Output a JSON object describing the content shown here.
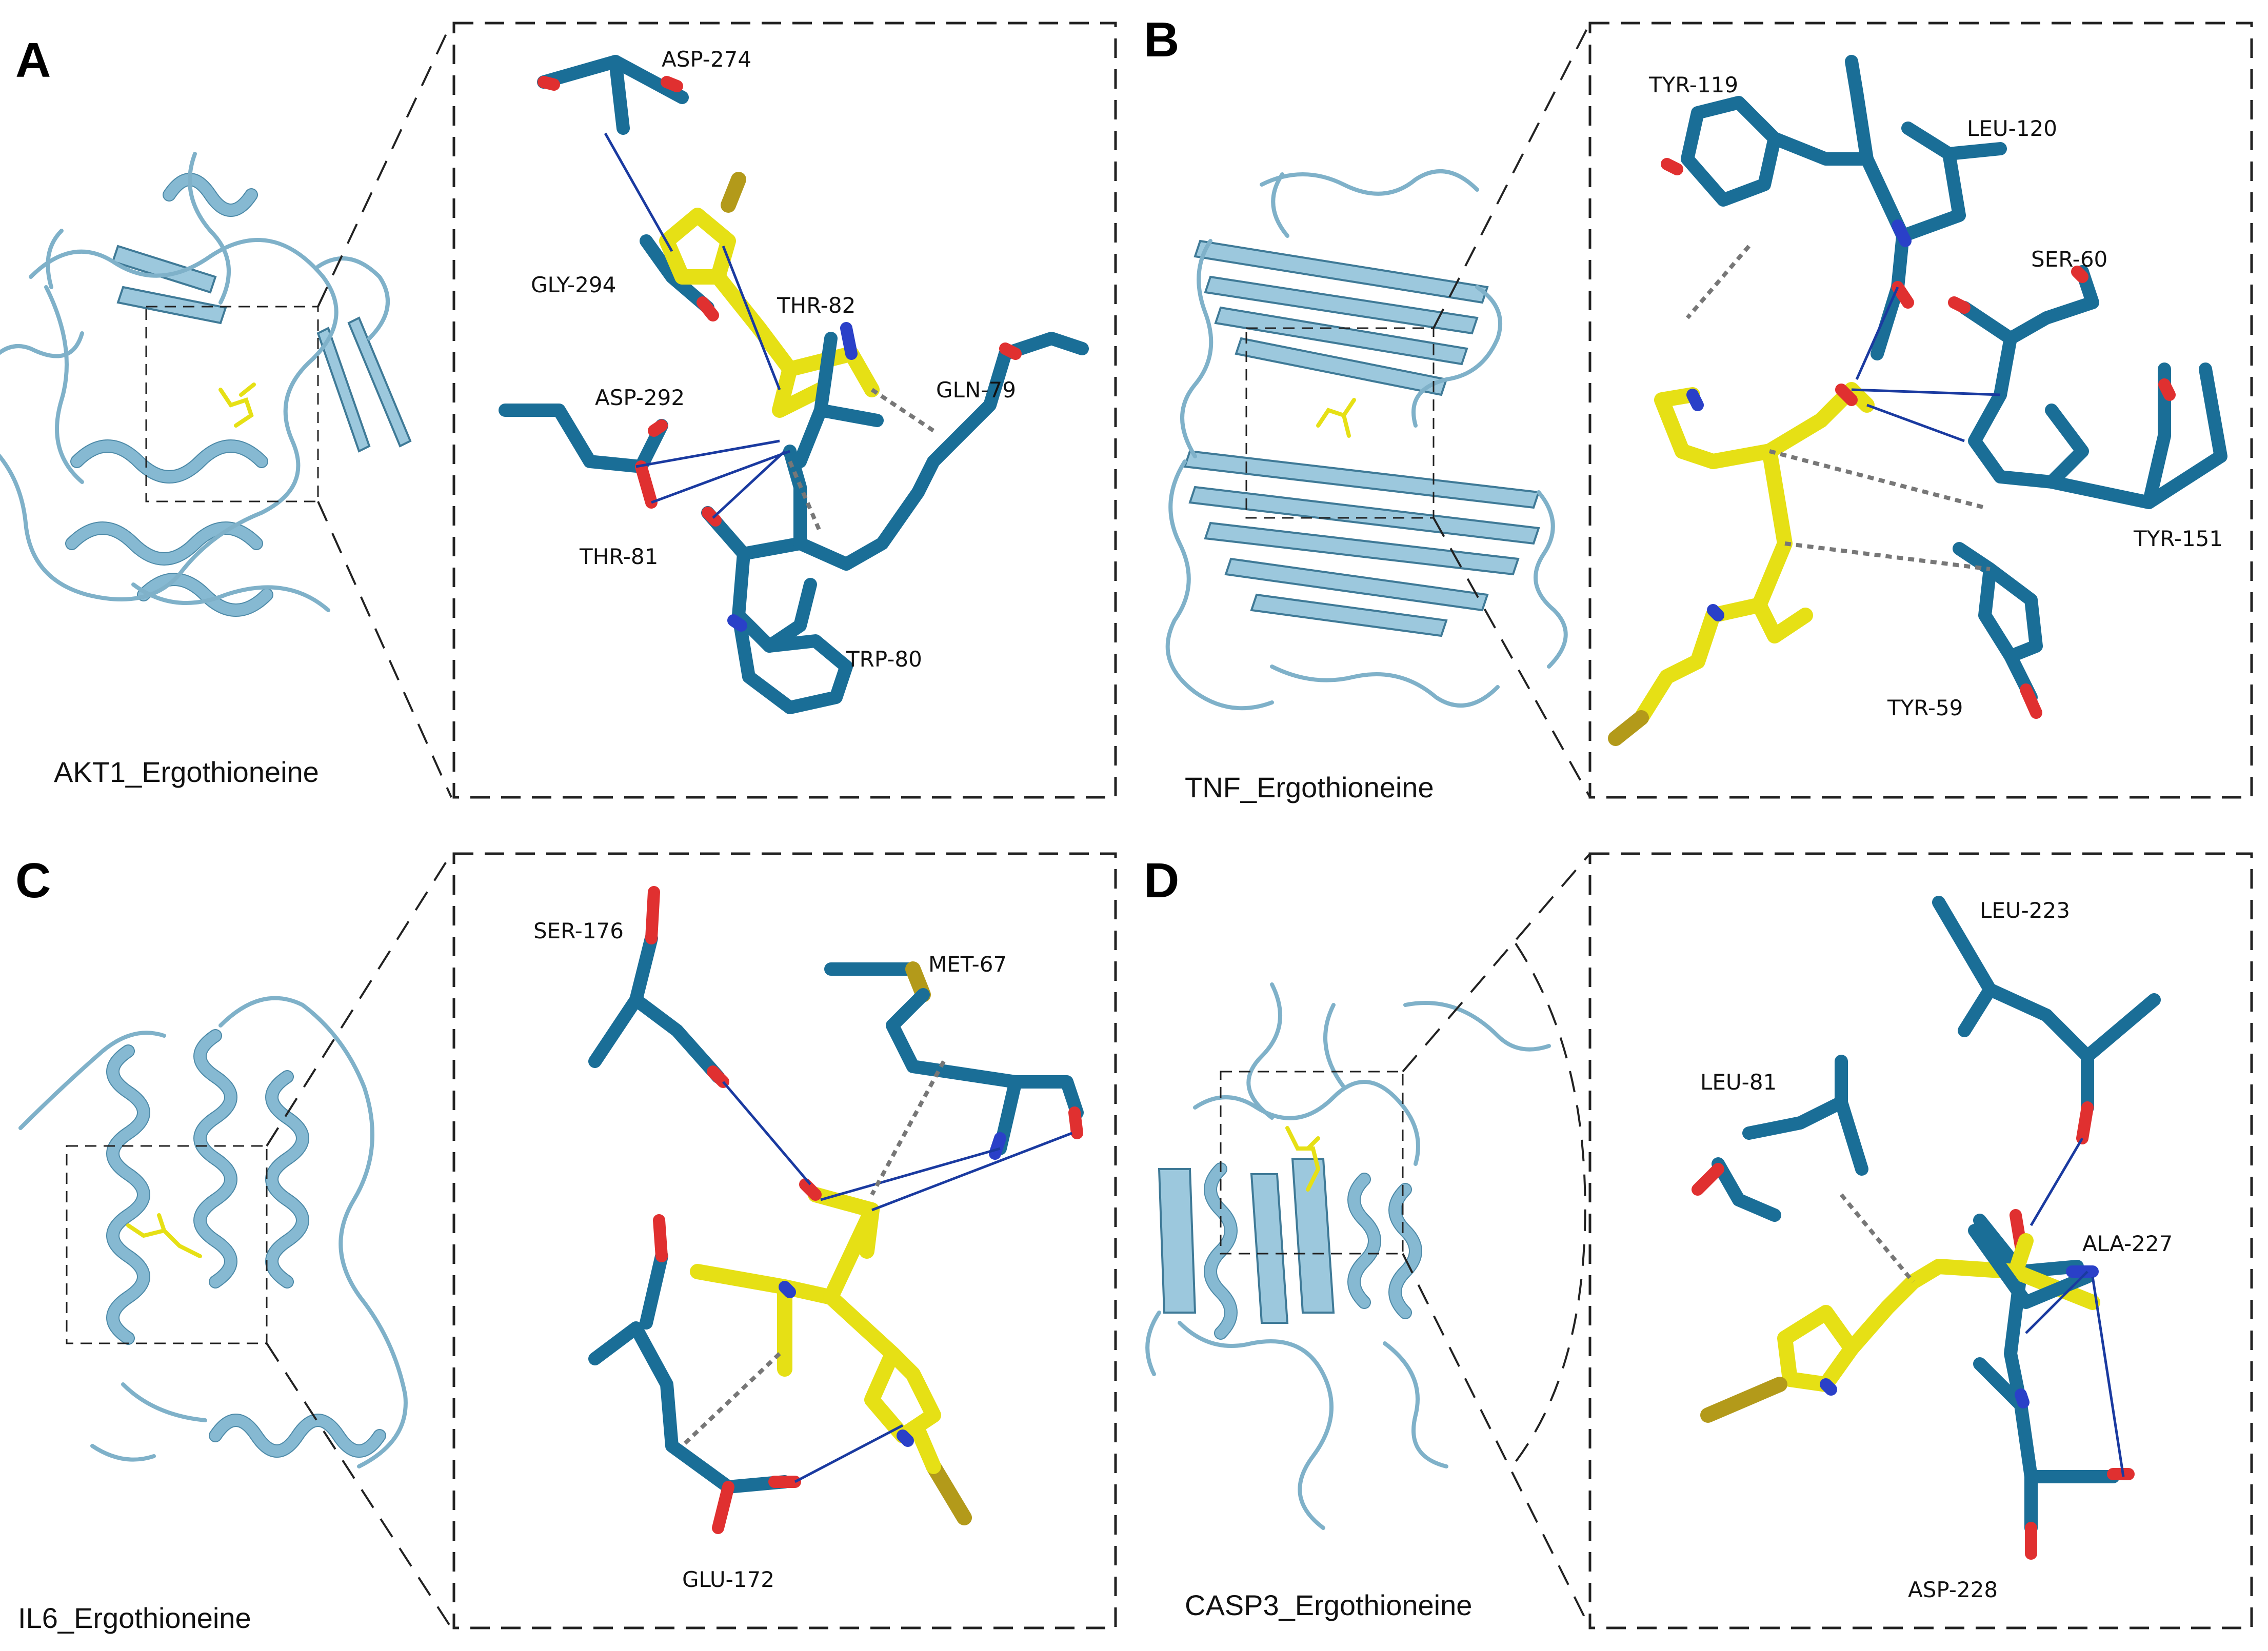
{
  "panels": [
    {
      "letter": "A",
      "caption": "AKT1_Ergothioneine",
      "residues": [
        "ASP-274",
        "GLY-294",
        "THR-82",
        "GLN-79",
        "ASP-292",
        "THR-81",
        "TRP-80"
      ]
    },
    {
      "letter": "B",
      "caption": "TNF_Ergothioneine",
      "residues": [
        "TYR-119",
        "LEU-120",
        "SER-60",
        "TYR-151",
        "TYR-59"
      ]
    },
    {
      "letter": "C",
      "caption": "IL6_Ergothioneine",
      "residues": [
        "SER-176",
        "MET-67",
        "GLU-172"
      ]
    },
    {
      "letter": "D",
      "caption": "CASP3_Ergothioneine",
      "residues": [
        "LEU-223",
        "LEU-81",
        "ALA-227",
        "ASP-228"
      ]
    }
  ],
  "colors": {
    "protein_cartoon": "#86b9d2",
    "residue_carbon": "#1a6e97",
    "ligand_carbon": "#e6e015",
    "oxygen": "#e03030",
    "nitrogen": "#2a40c8",
    "sulfur": "#b39a1a",
    "hydrogen_bond": "#1a3aa0",
    "hydrophobic_contact": "#777777"
  }
}
